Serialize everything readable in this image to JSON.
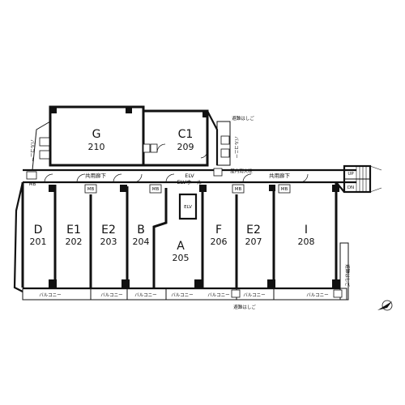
{
  "units": [
    {
      "id": "G",
      "number": "210"
    },
    {
      "id": "C1",
      "number": "209"
    },
    {
      "id": "D",
      "number": "201"
    },
    {
      "id": "E1",
      "number": "202"
    },
    {
      "id": "E2",
      "number": "203"
    },
    {
      "id": "B",
      "number": "204"
    },
    {
      "id": "A",
      "number": "205"
    },
    {
      "id": "F",
      "number": "206"
    },
    {
      "id": "E2b",
      "letter": "E2",
      "number": "207"
    },
    {
      "id": "I",
      "number": "208"
    }
  ],
  "labels": {
    "corridor": "共用廊下",
    "elv_hall": "ELVホール",
    "elv": "ELV",
    "hydrant": "屋内消火栓",
    "evac_ladder": "避難はしご",
    "balcony": "バルコニー",
    "mb": "MB",
    "up": "UP",
    "dn": "DN"
  }
}
